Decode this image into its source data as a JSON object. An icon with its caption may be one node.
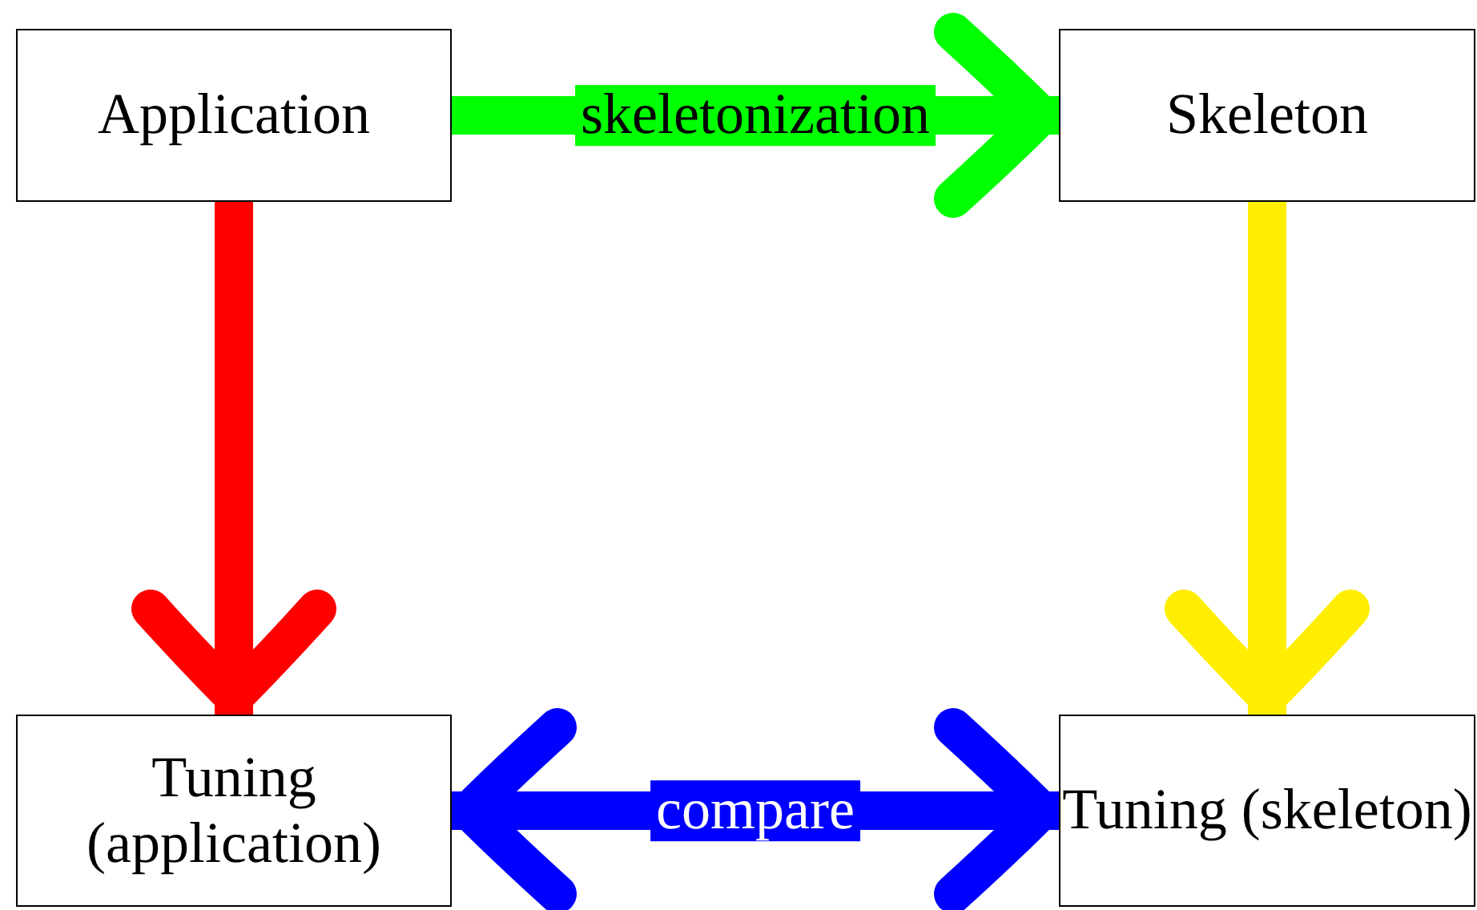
{
  "diagram": {
    "nodes": [
      {
        "text": [
          "Application"
        ]
      },
      {
        "text": [
          "Skeleton"
        ]
      },
      {
        "text": [
          "Tuning (application)"
        ]
      },
      {
        "text": [
          "Tuning (skeleton)"
        ]
      }
    ],
    "edges": [
      {
        "from": 0,
        "to": 1,
        "arrow": "to",
        "label": "skeletonization",
        "color": "#00ff00"
      },
      {
        "from": 0,
        "to": 2,
        "arrow": "to",
        "color": "#ff0000"
      },
      {
        "from": 1,
        "to": 3,
        "arrow": "to",
        "color": "#ffee00"
      },
      {
        "from": 2,
        "to": 3,
        "arrow": "both",
        "label": "compare",
        "color": "#0000ff"
      }
    ]
  }
}
